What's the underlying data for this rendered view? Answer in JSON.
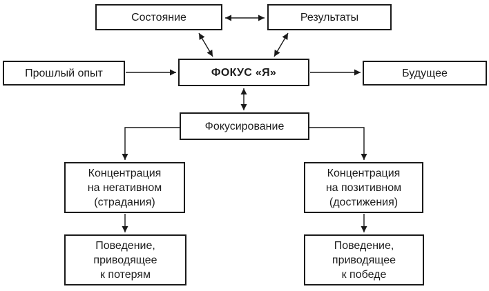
{
  "diagram": {
    "title": "Focus of self diagram",
    "colors": {
      "line": "#1a1a1a",
      "background": "#ffffff",
      "text": "#1c1c1c"
    },
    "nodes": {
      "state": "Состояние",
      "results": "Результаты",
      "past_experience": "Прошлый опыт",
      "focus_self": "ФОКУС «Я»",
      "future": "Будущее",
      "focusing": "Фокусирование",
      "negative_concentration": "Концентрация\nна негативном\n(страдания)",
      "positive_concentration": "Концентрация\nна позитивном\n(достижения)",
      "behavior_loss": "Поведение,\nприводящее\nк потерям",
      "behavior_win": "Поведение,\nприводящее\nк победе"
    },
    "edges": [
      {
        "from": "state",
        "to": "results",
        "type": "bidirectional"
      },
      {
        "from": "state",
        "to": "focus_self",
        "type": "bidirectional"
      },
      {
        "from": "results",
        "to": "focus_self",
        "type": "bidirectional"
      },
      {
        "from": "past_experience",
        "to": "focus_self",
        "type": "directed"
      },
      {
        "from": "focus_self",
        "to": "future",
        "type": "directed"
      },
      {
        "from": "focus_self",
        "to": "focusing",
        "type": "bidirectional"
      },
      {
        "from": "focusing",
        "to": "negative_concentration",
        "type": "directed"
      },
      {
        "from": "focusing",
        "to": "positive_concentration",
        "type": "directed"
      },
      {
        "from": "negative_concentration",
        "to": "behavior_loss",
        "type": "directed"
      },
      {
        "from": "positive_concentration",
        "to": "behavior_win",
        "type": "directed"
      }
    ]
  }
}
